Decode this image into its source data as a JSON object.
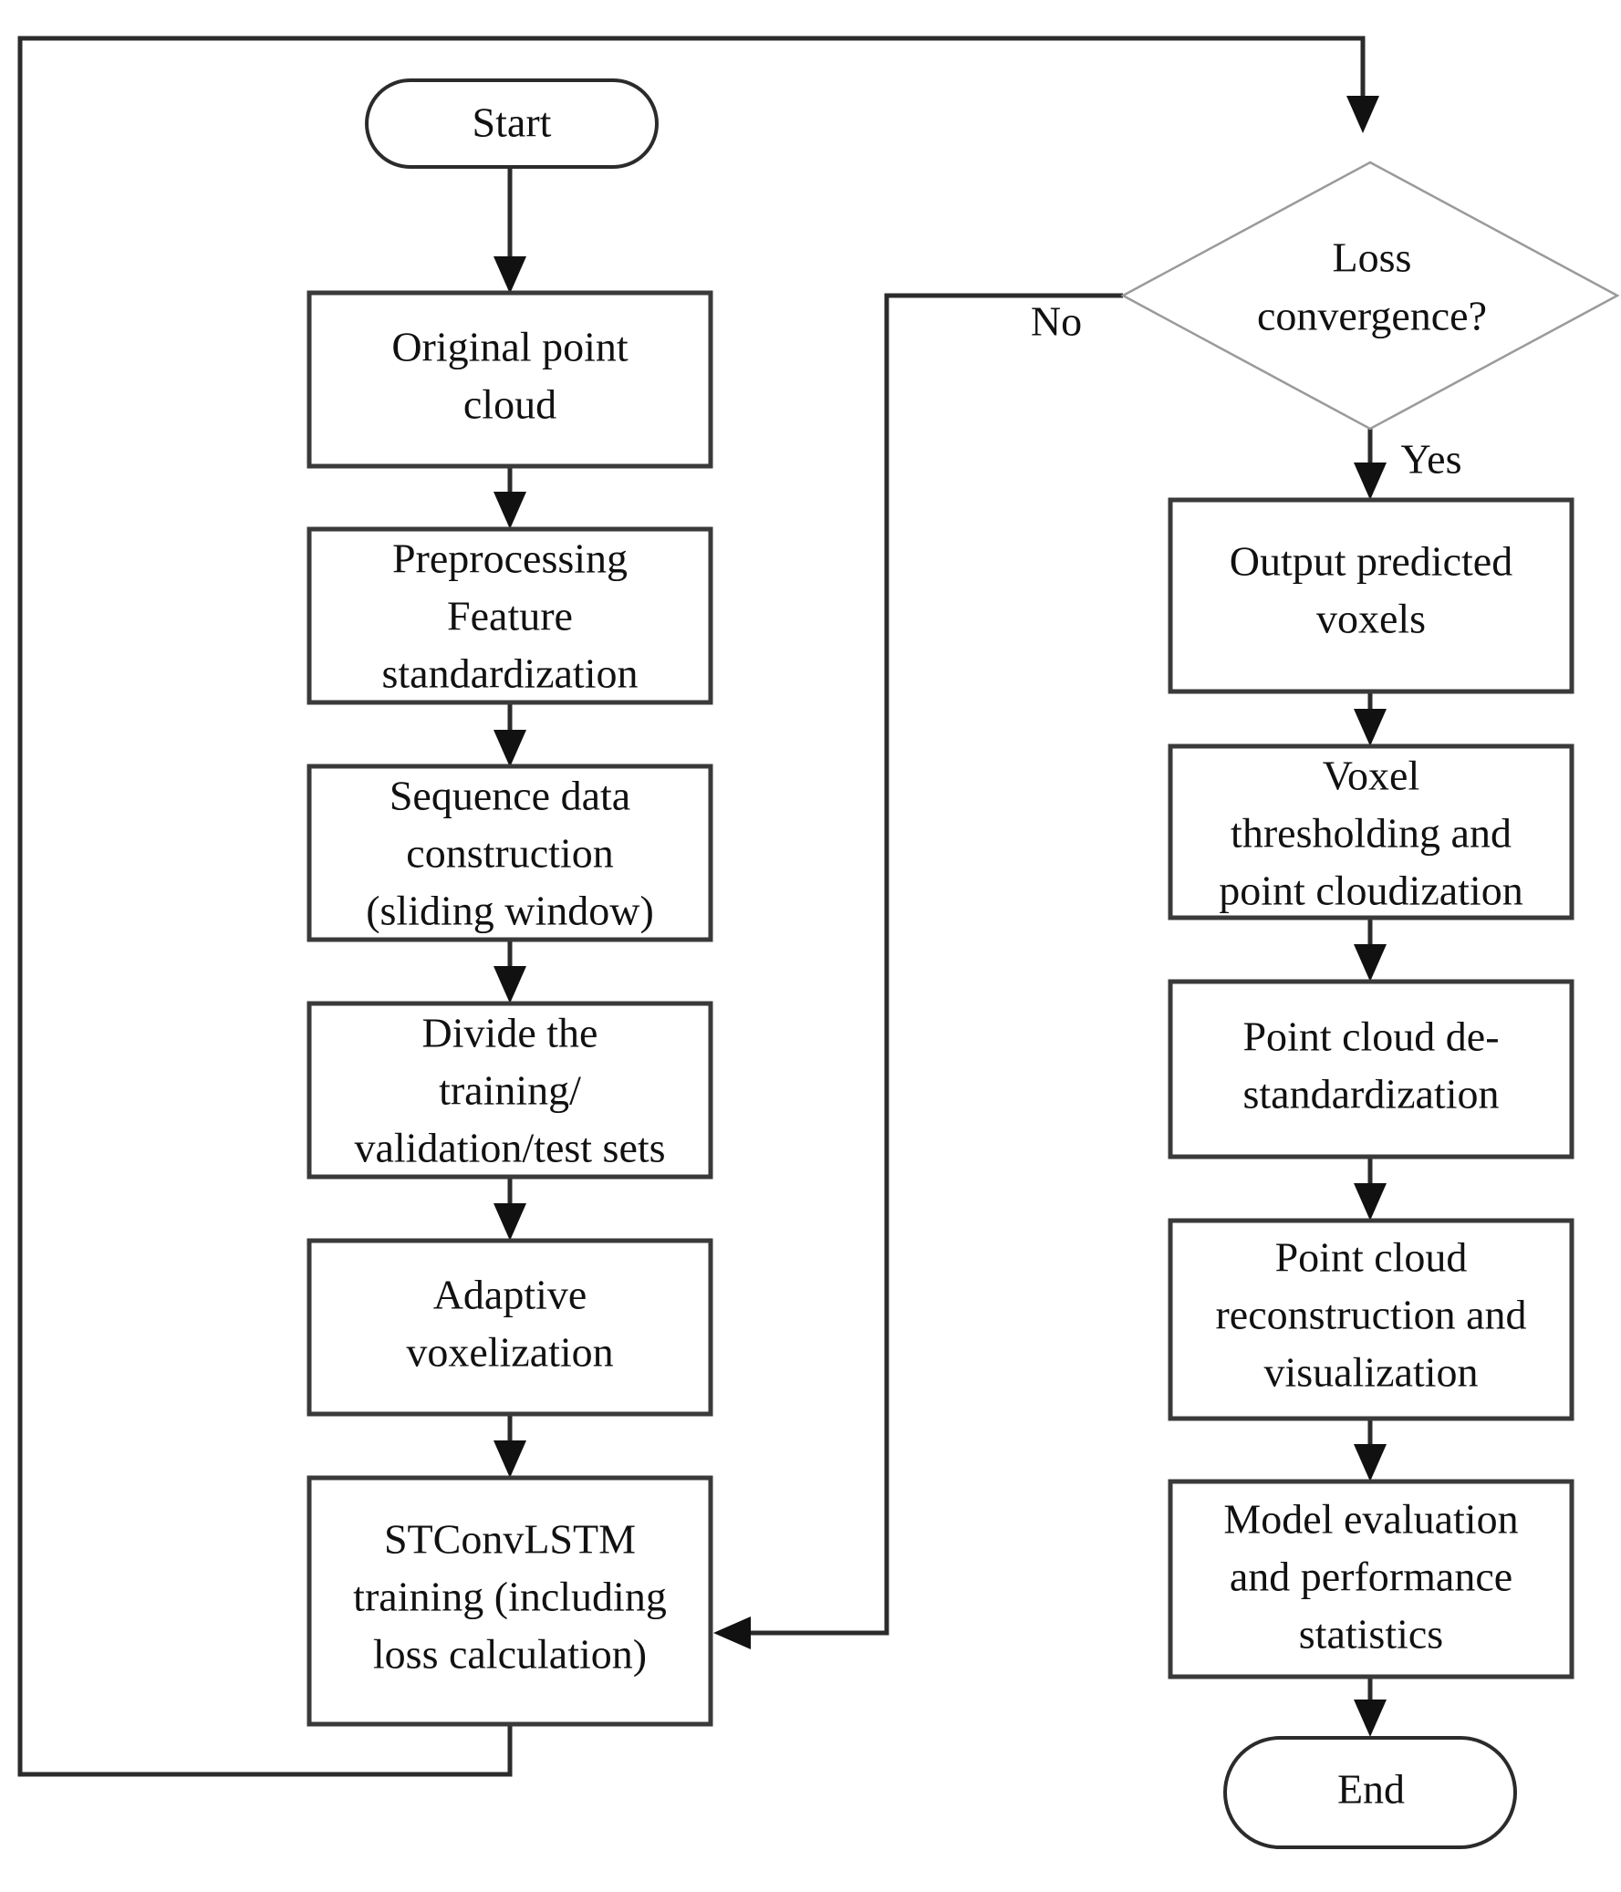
{
  "diagram": {
    "title": "Point cloud prediction workflow flowchart",
    "type": "flowchart",
    "orientation": "two-column, left column top-to-bottom then right column top-to-bottom",
    "colors": {
      "background": "#ffffff",
      "box_border": "#3a3a3a",
      "terminal_border": "#2b2b2b",
      "diamond_border": "#9a9a9a",
      "connector": "#2b2b2b",
      "text": "#111111"
    }
  },
  "nodes": {
    "start": {
      "label": "Start",
      "shape": "stadium"
    },
    "original_point_cloud": {
      "line1": "Original point",
      "line2": "cloud",
      "shape": "rectangle"
    },
    "preprocessing": {
      "line1": "Preprocessing",
      "line2": "Feature",
      "line3": "standardization",
      "shape": "rectangle"
    },
    "sequence_data": {
      "line1": "Sequence data",
      "line2": "construction",
      "line3": "(sliding window)",
      "shape": "rectangle"
    },
    "divide_sets": {
      "line1": "Divide the",
      "line2": "training/",
      "line3": "validation/test sets",
      "shape": "rectangle"
    },
    "adaptive_voxelization": {
      "line1": "Adaptive",
      "line2": "voxelization",
      "shape": "rectangle"
    },
    "stconvlstm_training": {
      "line1": "STConvLSTM",
      "line2": "training (including",
      "line3": "loss calculation)",
      "shape": "rectangle"
    },
    "loss_convergence": {
      "line1": "Loss",
      "line2": "convergence?",
      "shape": "diamond"
    },
    "output_predicted_voxels": {
      "line1": "Output predicted",
      "line2": "voxels",
      "shape": "rectangle"
    },
    "voxel_thresholding": {
      "line1": "Voxel",
      "line2": "thresholding and",
      "line3": "point cloudization",
      "shape": "rectangle"
    },
    "point_cloud_destandardization": {
      "line1": "Point cloud de-",
      "line2": "standardization",
      "shape": "rectangle"
    },
    "point_cloud_reconstruction": {
      "line1": "Point cloud",
      "line2": "reconstruction and",
      "line3": "visualization",
      "shape": "rectangle"
    },
    "model_evaluation": {
      "line1": "Model evaluation",
      "line2": "and performance",
      "line3": "statistics",
      "shape": "rectangle"
    },
    "end": {
      "label": "End",
      "shape": "stadium"
    }
  },
  "edge_labels": {
    "no": "No",
    "yes": "Yes"
  },
  "edges": [
    {
      "from": "start",
      "to": "original_point_cloud",
      "label": ""
    },
    {
      "from": "original_point_cloud",
      "to": "preprocessing",
      "label": ""
    },
    {
      "from": "preprocessing",
      "to": "sequence_data",
      "label": ""
    },
    {
      "from": "sequence_data",
      "to": "divide_sets",
      "label": ""
    },
    {
      "from": "divide_sets",
      "to": "adaptive_voxelization",
      "label": ""
    },
    {
      "from": "adaptive_voxelization",
      "to": "stconvlstm_training",
      "label": ""
    },
    {
      "from": "stconvlstm_training",
      "to": "loss_convergence",
      "label": ""
    },
    {
      "from": "loss_convergence",
      "to": "stconvlstm_training",
      "label": "No"
    },
    {
      "from": "loss_convergence",
      "to": "output_predicted_voxels",
      "label": "Yes"
    },
    {
      "from": "output_predicted_voxels",
      "to": "voxel_thresholding",
      "label": ""
    },
    {
      "from": "voxel_thresholding",
      "to": "point_cloud_destandardization",
      "label": ""
    },
    {
      "from": "point_cloud_destandardization",
      "to": "point_cloud_reconstruction",
      "label": ""
    },
    {
      "from": "point_cloud_reconstruction",
      "to": "model_evaluation",
      "label": ""
    },
    {
      "from": "model_evaluation",
      "to": "end",
      "label": ""
    }
  ]
}
